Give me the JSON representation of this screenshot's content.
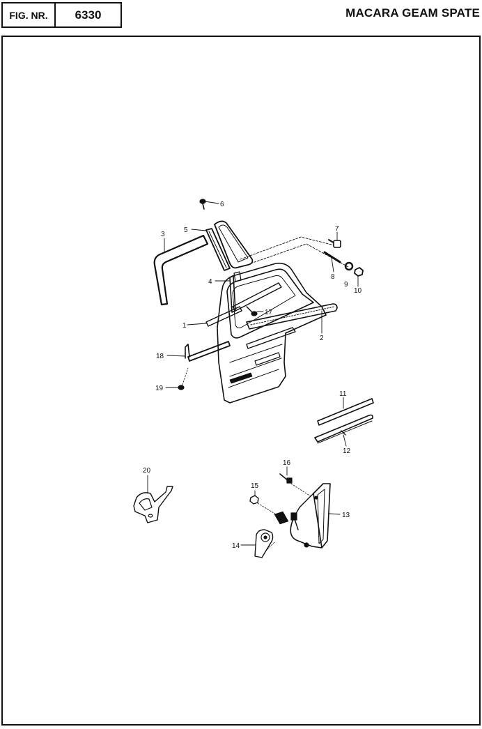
{
  "header": {
    "fig_label": "FIG. NR.",
    "fig_number": "6330",
    "title": "MACARA GEAM SPATE"
  },
  "parts": {
    "p1": "1",
    "p2": "2",
    "p3": "3",
    "p4": "4",
    "p5": "5",
    "p6": "6",
    "p7": "7",
    "p8": "8",
    "p9": "9",
    "p10": "10",
    "p11": "11",
    "p12": "12",
    "p13": "13",
    "p14": "14",
    "p15": "15",
    "p16": "16",
    "p17": "17",
    "p18": "18",
    "p19": "19",
    "p20": "20"
  },
  "colors": {
    "ink": "#111111",
    "paper": "#ffffff"
  }
}
